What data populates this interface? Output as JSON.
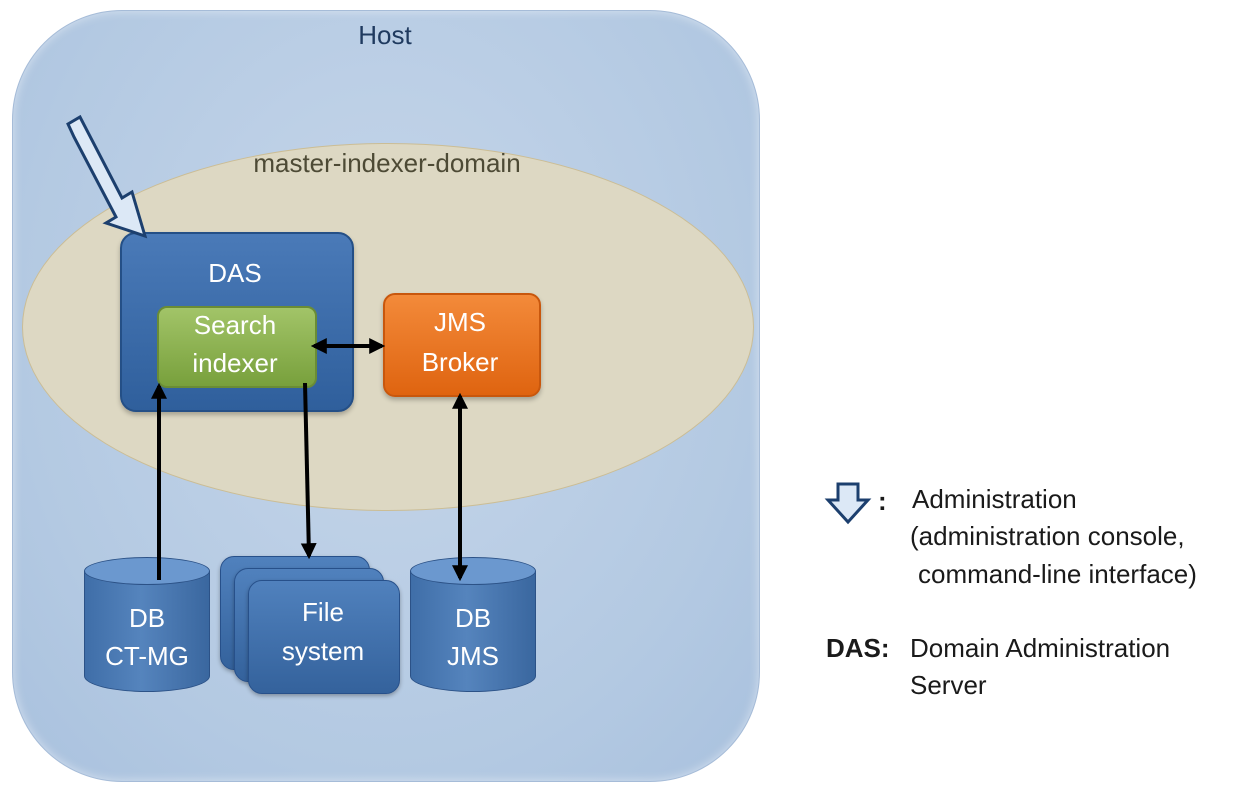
{
  "host": {
    "title": "Host"
  },
  "domain": {
    "title": "master-indexer-domain"
  },
  "das": {
    "title": "DAS"
  },
  "search_indexer": {
    "line1": "Search",
    "line2": "indexer"
  },
  "jms_broker": {
    "line1": "JMS",
    "line2": "Broker"
  },
  "db_ctmg": {
    "line1": "DB",
    "line2": "CT-MG"
  },
  "file_system": {
    "line1": "File",
    "line2": "system"
  },
  "db_jms": {
    "line1": "DB",
    "line2": "JMS"
  },
  "legend": {
    "admin_colon": ":",
    "admin_line1": "Administration",
    "admin_line2": "(administration console,",
    "admin_line3": "command-line interface)",
    "das_key": "DAS:",
    "das_line1": "Domain Administration",
    "das_line2": "Server"
  },
  "colors": {
    "host_fill": "#b3c9e2",
    "domain_fill": "#ddd8c3",
    "das_fill": "#3a68a8",
    "search_fill": "#8bb04f",
    "jms_fill": "#eb7425",
    "storage_fill": "#4a79b4",
    "arrow": "#000000"
  }
}
